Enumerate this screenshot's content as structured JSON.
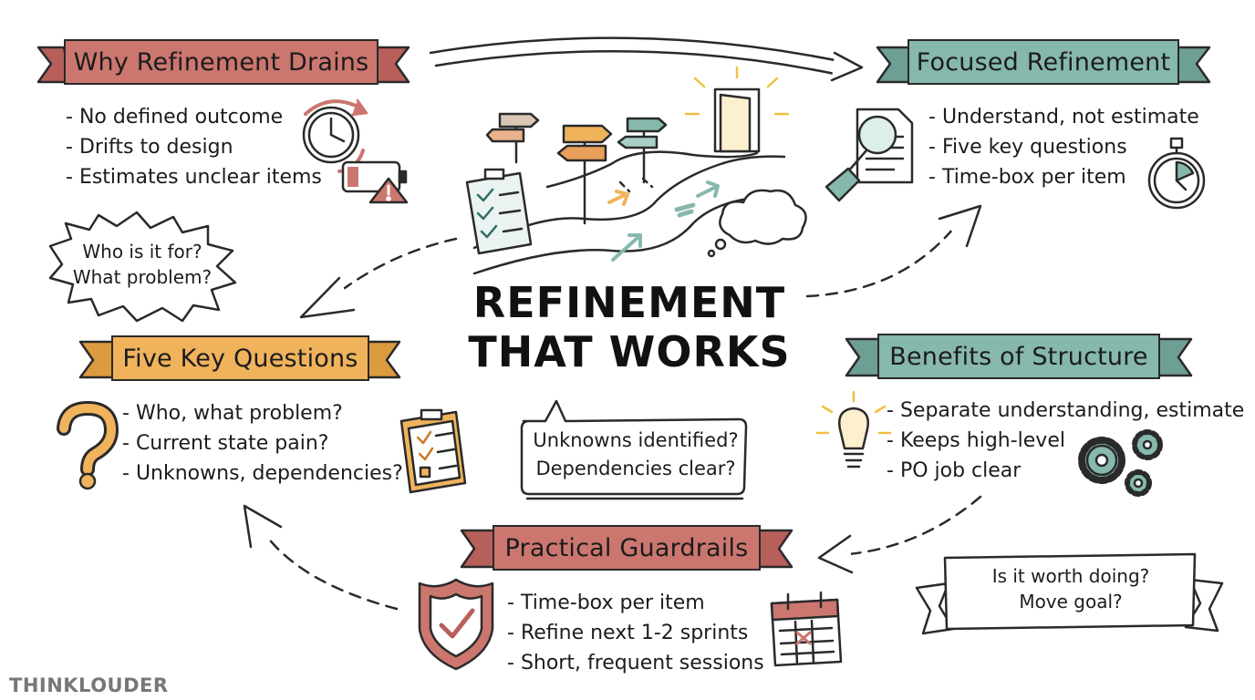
{
  "title": {
    "line1": "REFINEMENT",
    "line2": "THAT WORKS"
  },
  "sections": {
    "drains": {
      "heading": "Why Refinement Drains",
      "items": [
        "No defined outcome",
        "Drifts to design",
        "Estimates unclear items"
      ],
      "color": "#cc7670"
    },
    "focused": {
      "heading": "Focused Refinement",
      "items": [
        "Understand, not estimate",
        "Five key questions",
        "Time-box per item"
      ],
      "color": "#86b8ad"
    },
    "questions": {
      "heading": "Five Key Questions",
      "items": [
        "Who, what problem?",
        "Current state pain?",
        "Unknowns, dependencies?"
      ],
      "color": "#f0b35c"
    },
    "benefits": {
      "heading": "Benefits of Structure",
      "items": [
        "Separate understanding, estimate",
        "Keeps high-level",
        "PO job clear"
      ],
      "color": "#86b8ad"
    },
    "guardrails": {
      "heading": "Practical Guardrails",
      "items": [
        "Time-box per item",
        "Refine next 1-2 sprints",
        "Short, frequent sessions"
      ],
      "color": "#cc7670"
    }
  },
  "callouts": {
    "who": {
      "line1": "Who is it for?",
      "line2": "What problem?"
    },
    "unknowns": {
      "line1": "Unknowns identified?",
      "line2": "Dependencies clear?"
    },
    "worth": {
      "line1": "Is it worth doing?",
      "line2": "Move goal?"
    }
  },
  "brand": {
    "text": "THINKLOUDER"
  },
  "icons": [
    "clock-icon",
    "battery-low-icon",
    "warning-icon",
    "magnifier-icon",
    "stopwatch-icon",
    "question-mark-icon",
    "clipboard-icon",
    "lightbulb-icon",
    "gears-icon",
    "shield-check-icon",
    "calendar-icon",
    "signpost-icon",
    "door-icon",
    "cloud-icon"
  ]
}
